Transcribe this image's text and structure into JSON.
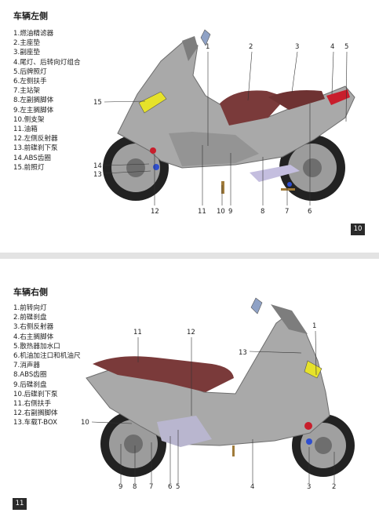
{
  "page1": {
    "title": "车辆左侧",
    "items": [
      "1.燃油精滤器",
      "2.主座垫",
      "3.副座垫",
      "4.尾灯、后转向灯组合",
      "5.后牌照灯",
      "6.左侧扶手",
      "7.主站架",
      "8.左副搁脚体",
      "9.左主搁脚体",
      "10.侧支架",
      "11.油箱",
      "12.左侧反射器",
      "13.前碟刹下泵",
      "14.ABS齿圈",
      "15.前照灯"
    ],
    "callouts": [
      "1",
      "2",
      "3",
      "4",
      "5",
      "15",
      "14",
      "13",
      "12",
      "11",
      "10",
      "9",
      "8",
      "7",
      "6"
    ],
    "page_number": "10"
  },
  "page2": {
    "title": "车辆右侧",
    "items": [
      "1.前转向灯",
      "2.前碟刹盘",
      "3.右侧反射器",
      "4.右主搁脚体",
      "5.散热器加水口",
      "6.机油加注口和机油尺",
      "7.消声器",
      "8.ABS齿圈",
      "9.后碟刹盘",
      "10.后碟刹下泵",
      "11.右侧扶手",
      "12.右副搁脚体",
      "13.车载T-BOX"
    ],
    "callouts": [
      "11",
      "12",
      "1",
      "13",
      "10",
      "9",
      "8",
      "7",
      "6",
      "5",
      "4",
      "3",
      "2"
    ],
    "page_number": "11"
  },
  "colors": {
    "body_gray": "#a9a9a9",
    "seat": "#7a3a3a",
    "accent_yellow": "#e6e22a",
    "tail_red": "#c81e2c",
    "page_box": "#2a2a2a"
  }
}
